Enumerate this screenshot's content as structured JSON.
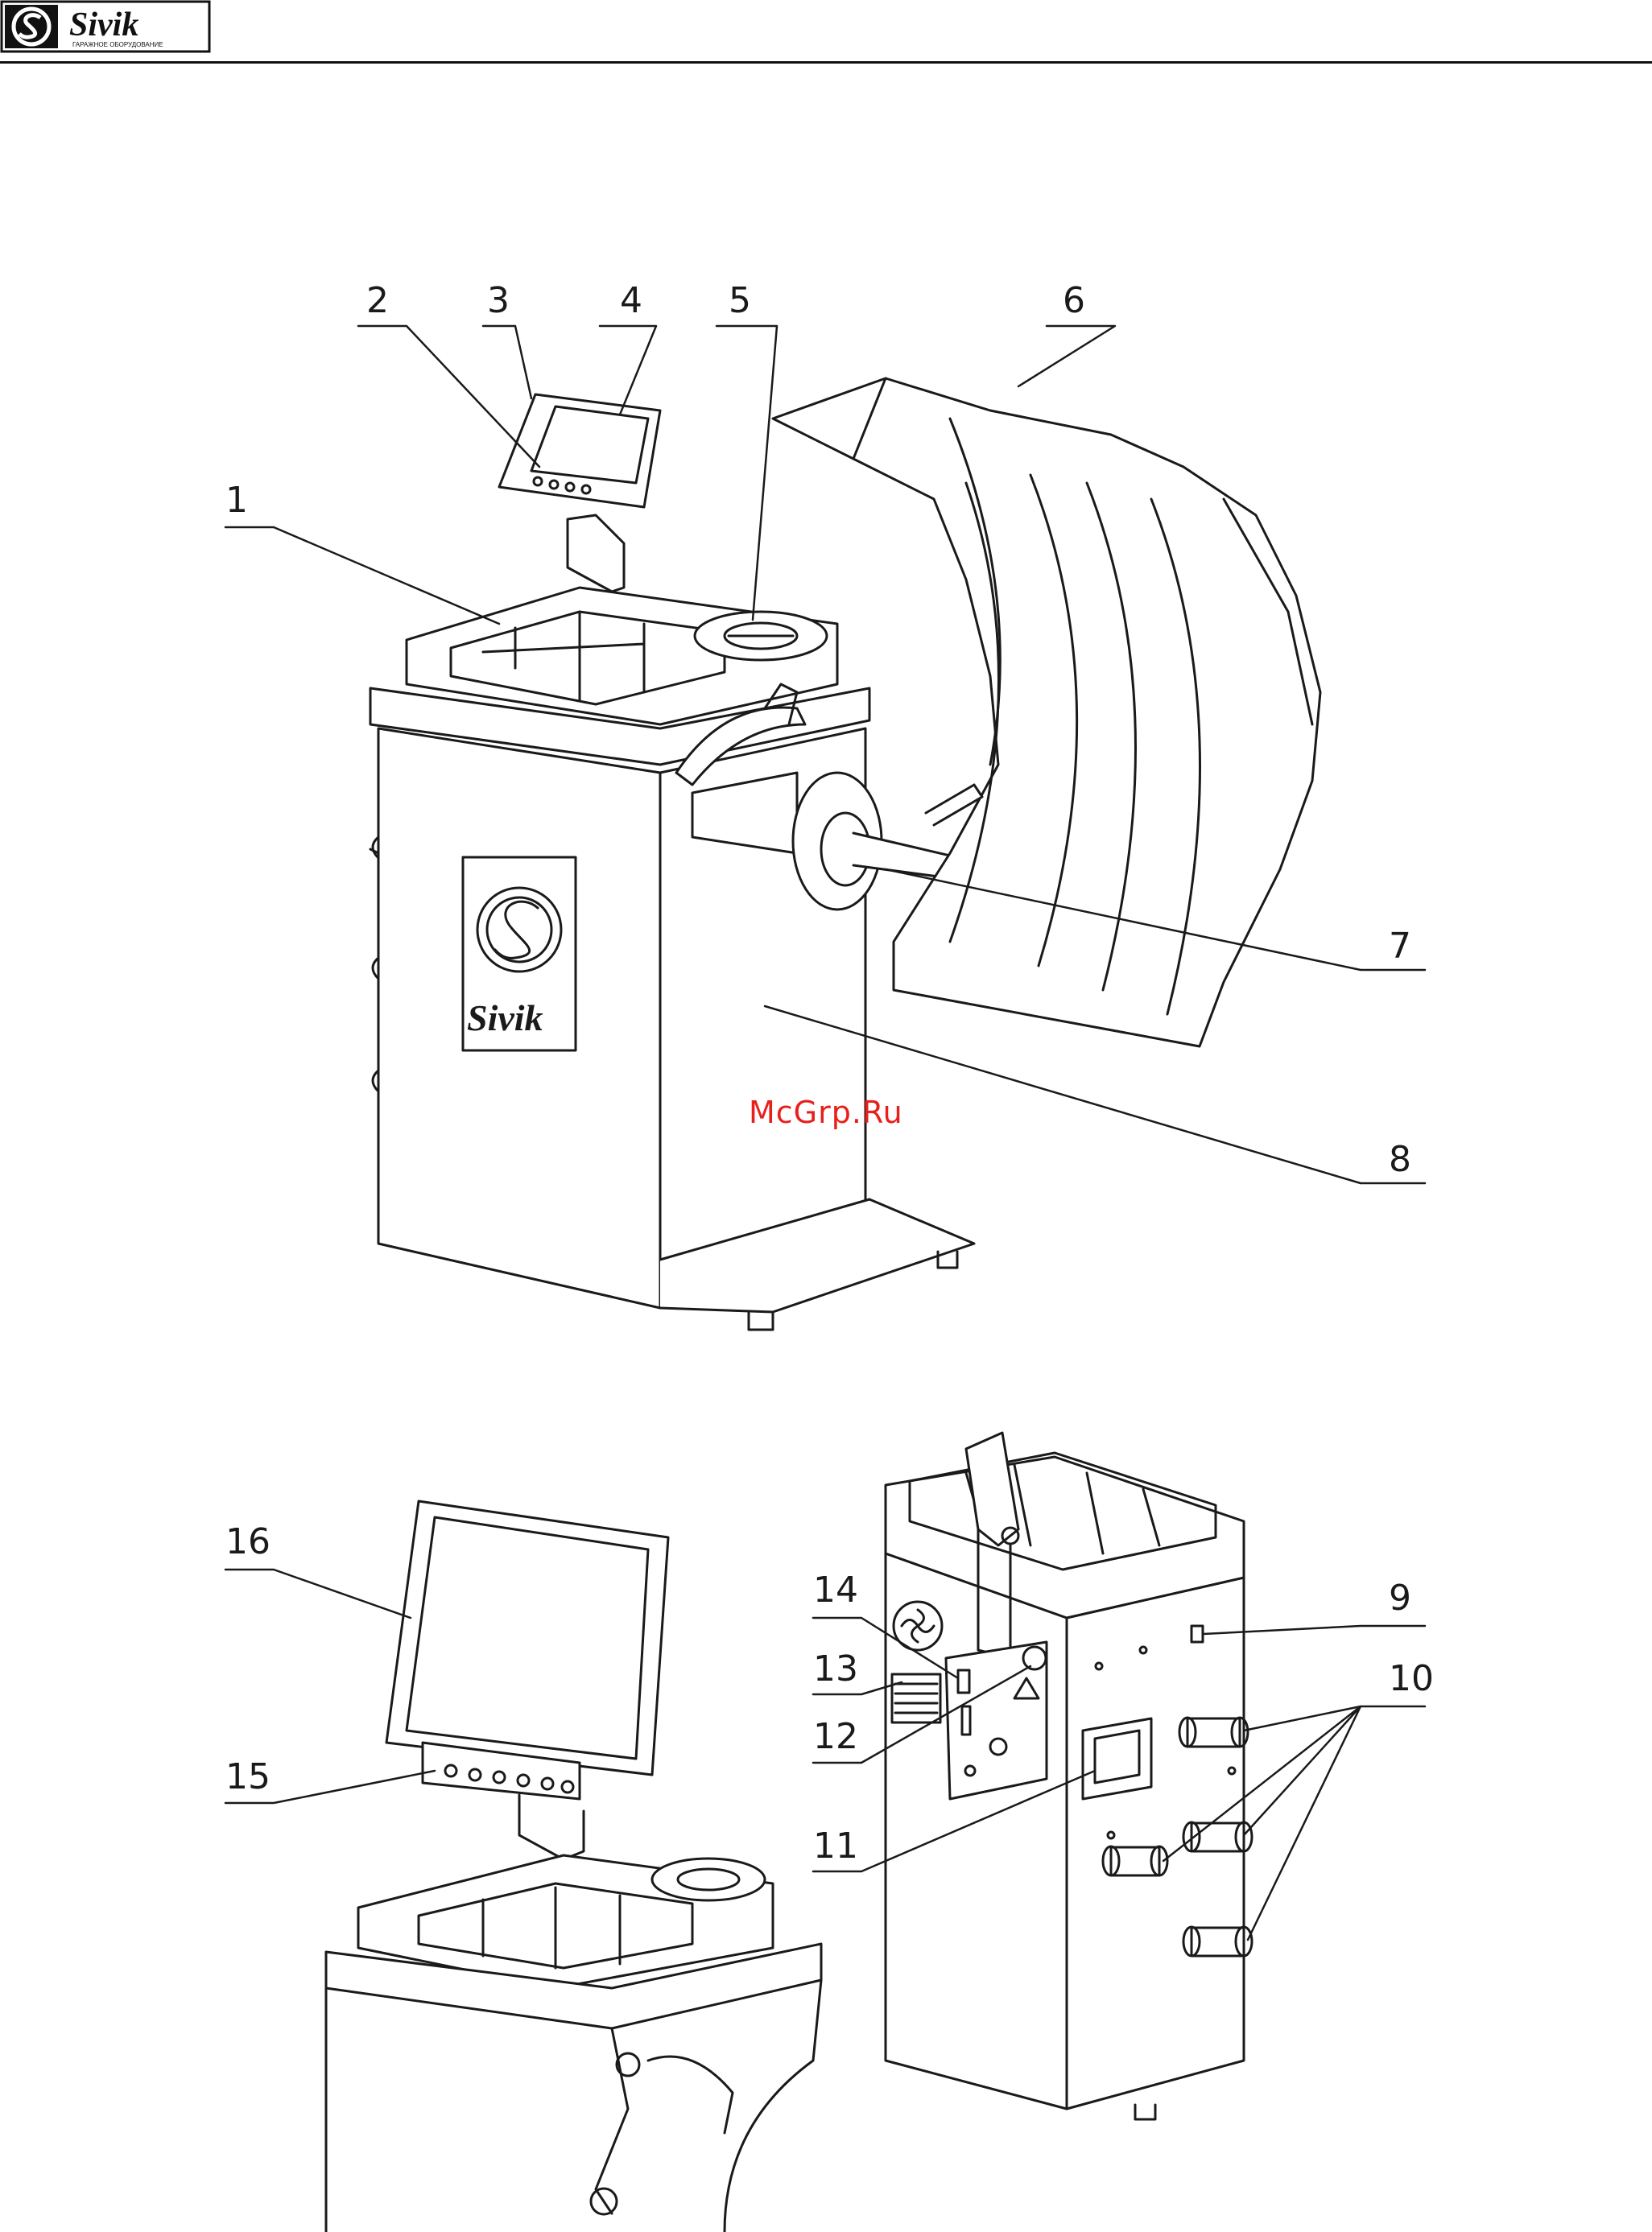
{
  "header": {
    "brand": "Sivik",
    "brand_tagline": "ГАРАЖНОЕ ОБОРУДОВАНИЕ"
  },
  "watermark": "McGrp.Ru",
  "callouts": [
    "1",
    "2",
    "3",
    "4",
    "5",
    "6",
    "7",
    "8",
    "9",
    "10",
    "11",
    "12",
    "13",
    "14",
    "15",
    "16"
  ],
  "panel_logo_text": "Sivik",
  "colors": {
    "line": "#1a1a1a",
    "watermark": "#e8201c",
    "logo_fill": "#111111"
  }
}
